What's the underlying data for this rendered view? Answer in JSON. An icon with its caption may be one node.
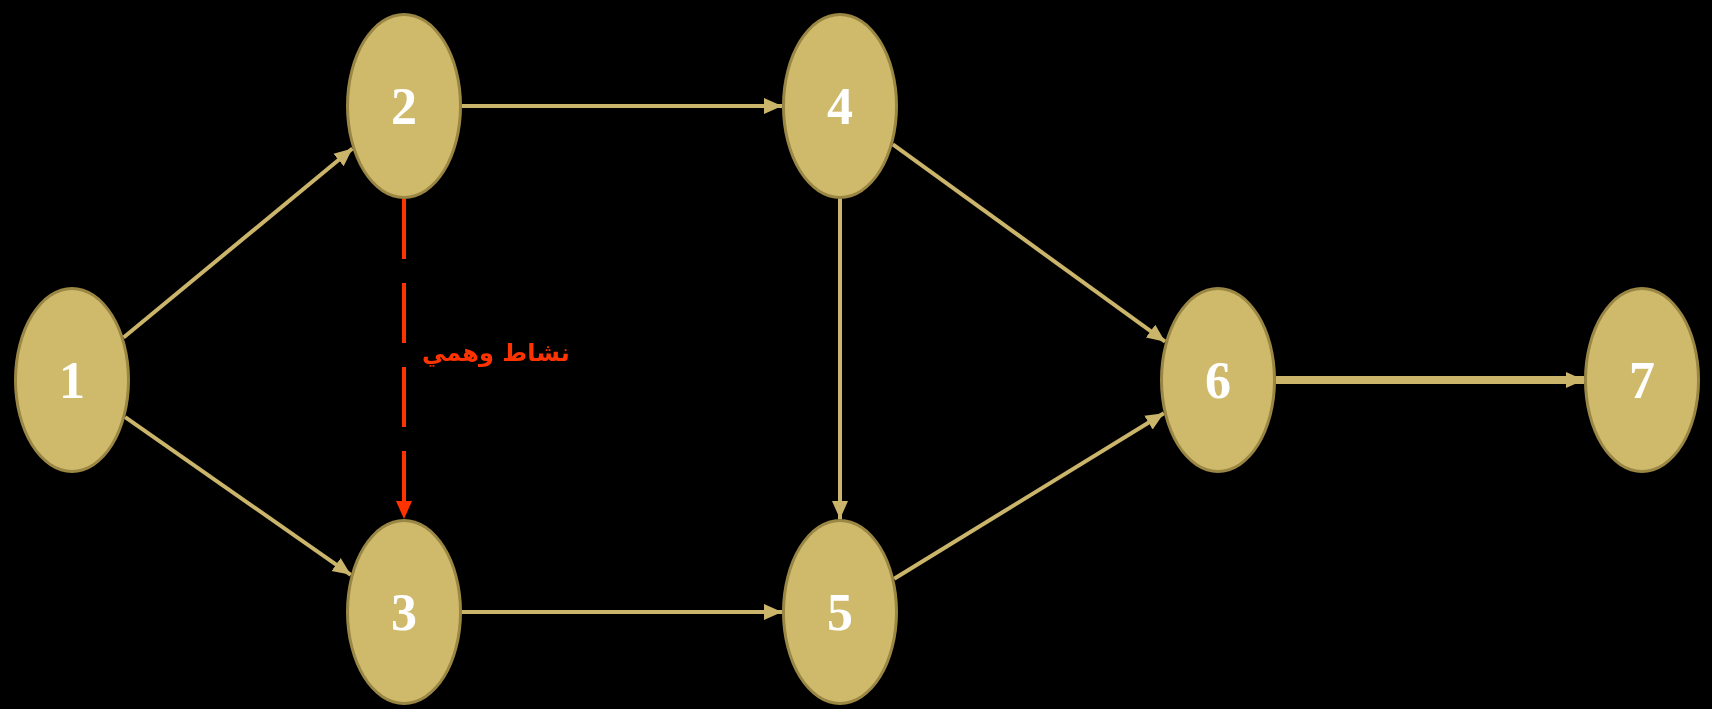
{
  "diagram": {
    "nodes": [
      {
        "text": [
          "1"
        ]
      },
      {
        "text": [
          "2"
        ]
      },
      {
        "text": [
          "3"
        ]
      },
      {
        "text": [
          "4"
        ]
      },
      {
        "text": [
          "5"
        ]
      },
      {
        "text": [
          "6"
        ]
      },
      {
        "text": [
          "7"
        ]
      }
    ],
    "edges": [
      {
        "from": 0,
        "to": 1,
        "arrow": "to"
      },
      {
        "from": 0,
        "to": 2,
        "arrow": "to"
      },
      {
        "from": 1,
        "to": 3,
        "arrow": "to"
      },
      {
        "from": 1,
        "to": 2,
        "arrow": "to",
        "label": "نشاط وهمي",
        "style": "dashed",
        "color": "#ff3300"
      },
      {
        "from": 2,
        "to": 4,
        "arrow": "to"
      },
      {
        "from": 3,
        "to": 4,
        "arrow": "to"
      },
      {
        "from": 3,
        "to": 5,
        "arrow": "to"
      },
      {
        "from": 4,
        "to": 5,
        "arrow": "to"
      },
      {
        "from": 5,
        "to": 6,
        "arrow": "to",
        "style": "thick"
      }
    ]
  }
}
